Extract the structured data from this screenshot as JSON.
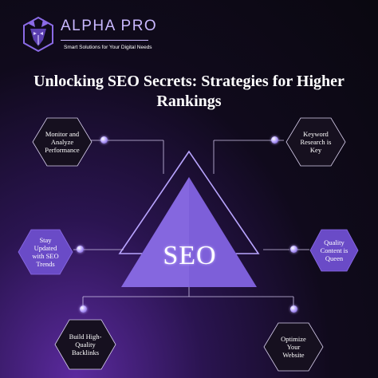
{
  "header": {
    "brand_name": "ALPHA PRO",
    "tagline": "Smart Solutions for Your Digital Needs"
  },
  "title": "Unlocking SEO Secrets: Strategies for Higher Rankings",
  "center_label": "SEO",
  "nodes": {
    "monitor": "Monitor and Analyze Performance",
    "keyword": "Keyword Research is Key",
    "updated": "Stay Updated with SEO Trends",
    "quality": "Quality Content is Queen",
    "backlinks": "Build High-Quality Backlinks",
    "optimize": "Optimize Your Website"
  },
  "colors": {
    "accent": "#8b6be6",
    "brand_text": "#c9b8ff",
    "hex_fill": "#1a1226",
    "triangle": "#7d5fd9"
  }
}
